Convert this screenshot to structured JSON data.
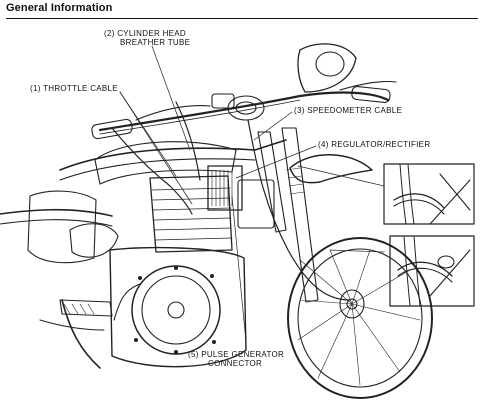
{
  "header": {
    "title": "General Information"
  },
  "labels": {
    "cylinder_head_breather_tube": [
      "(2) CYLINDER HEAD",
      "BREATHER TUBE"
    ],
    "throttle_cable": "(1) THROTTLE CABLE",
    "speedometer_cable": "(3) SPEEDOMETER CABLE",
    "regulator_rectifier": "(4) REGULATOR/RECTIFIER",
    "pulse_generator_connector": [
      "(5) PULSE GENERATOR",
      "CONNECTOR"
    ]
  }
}
